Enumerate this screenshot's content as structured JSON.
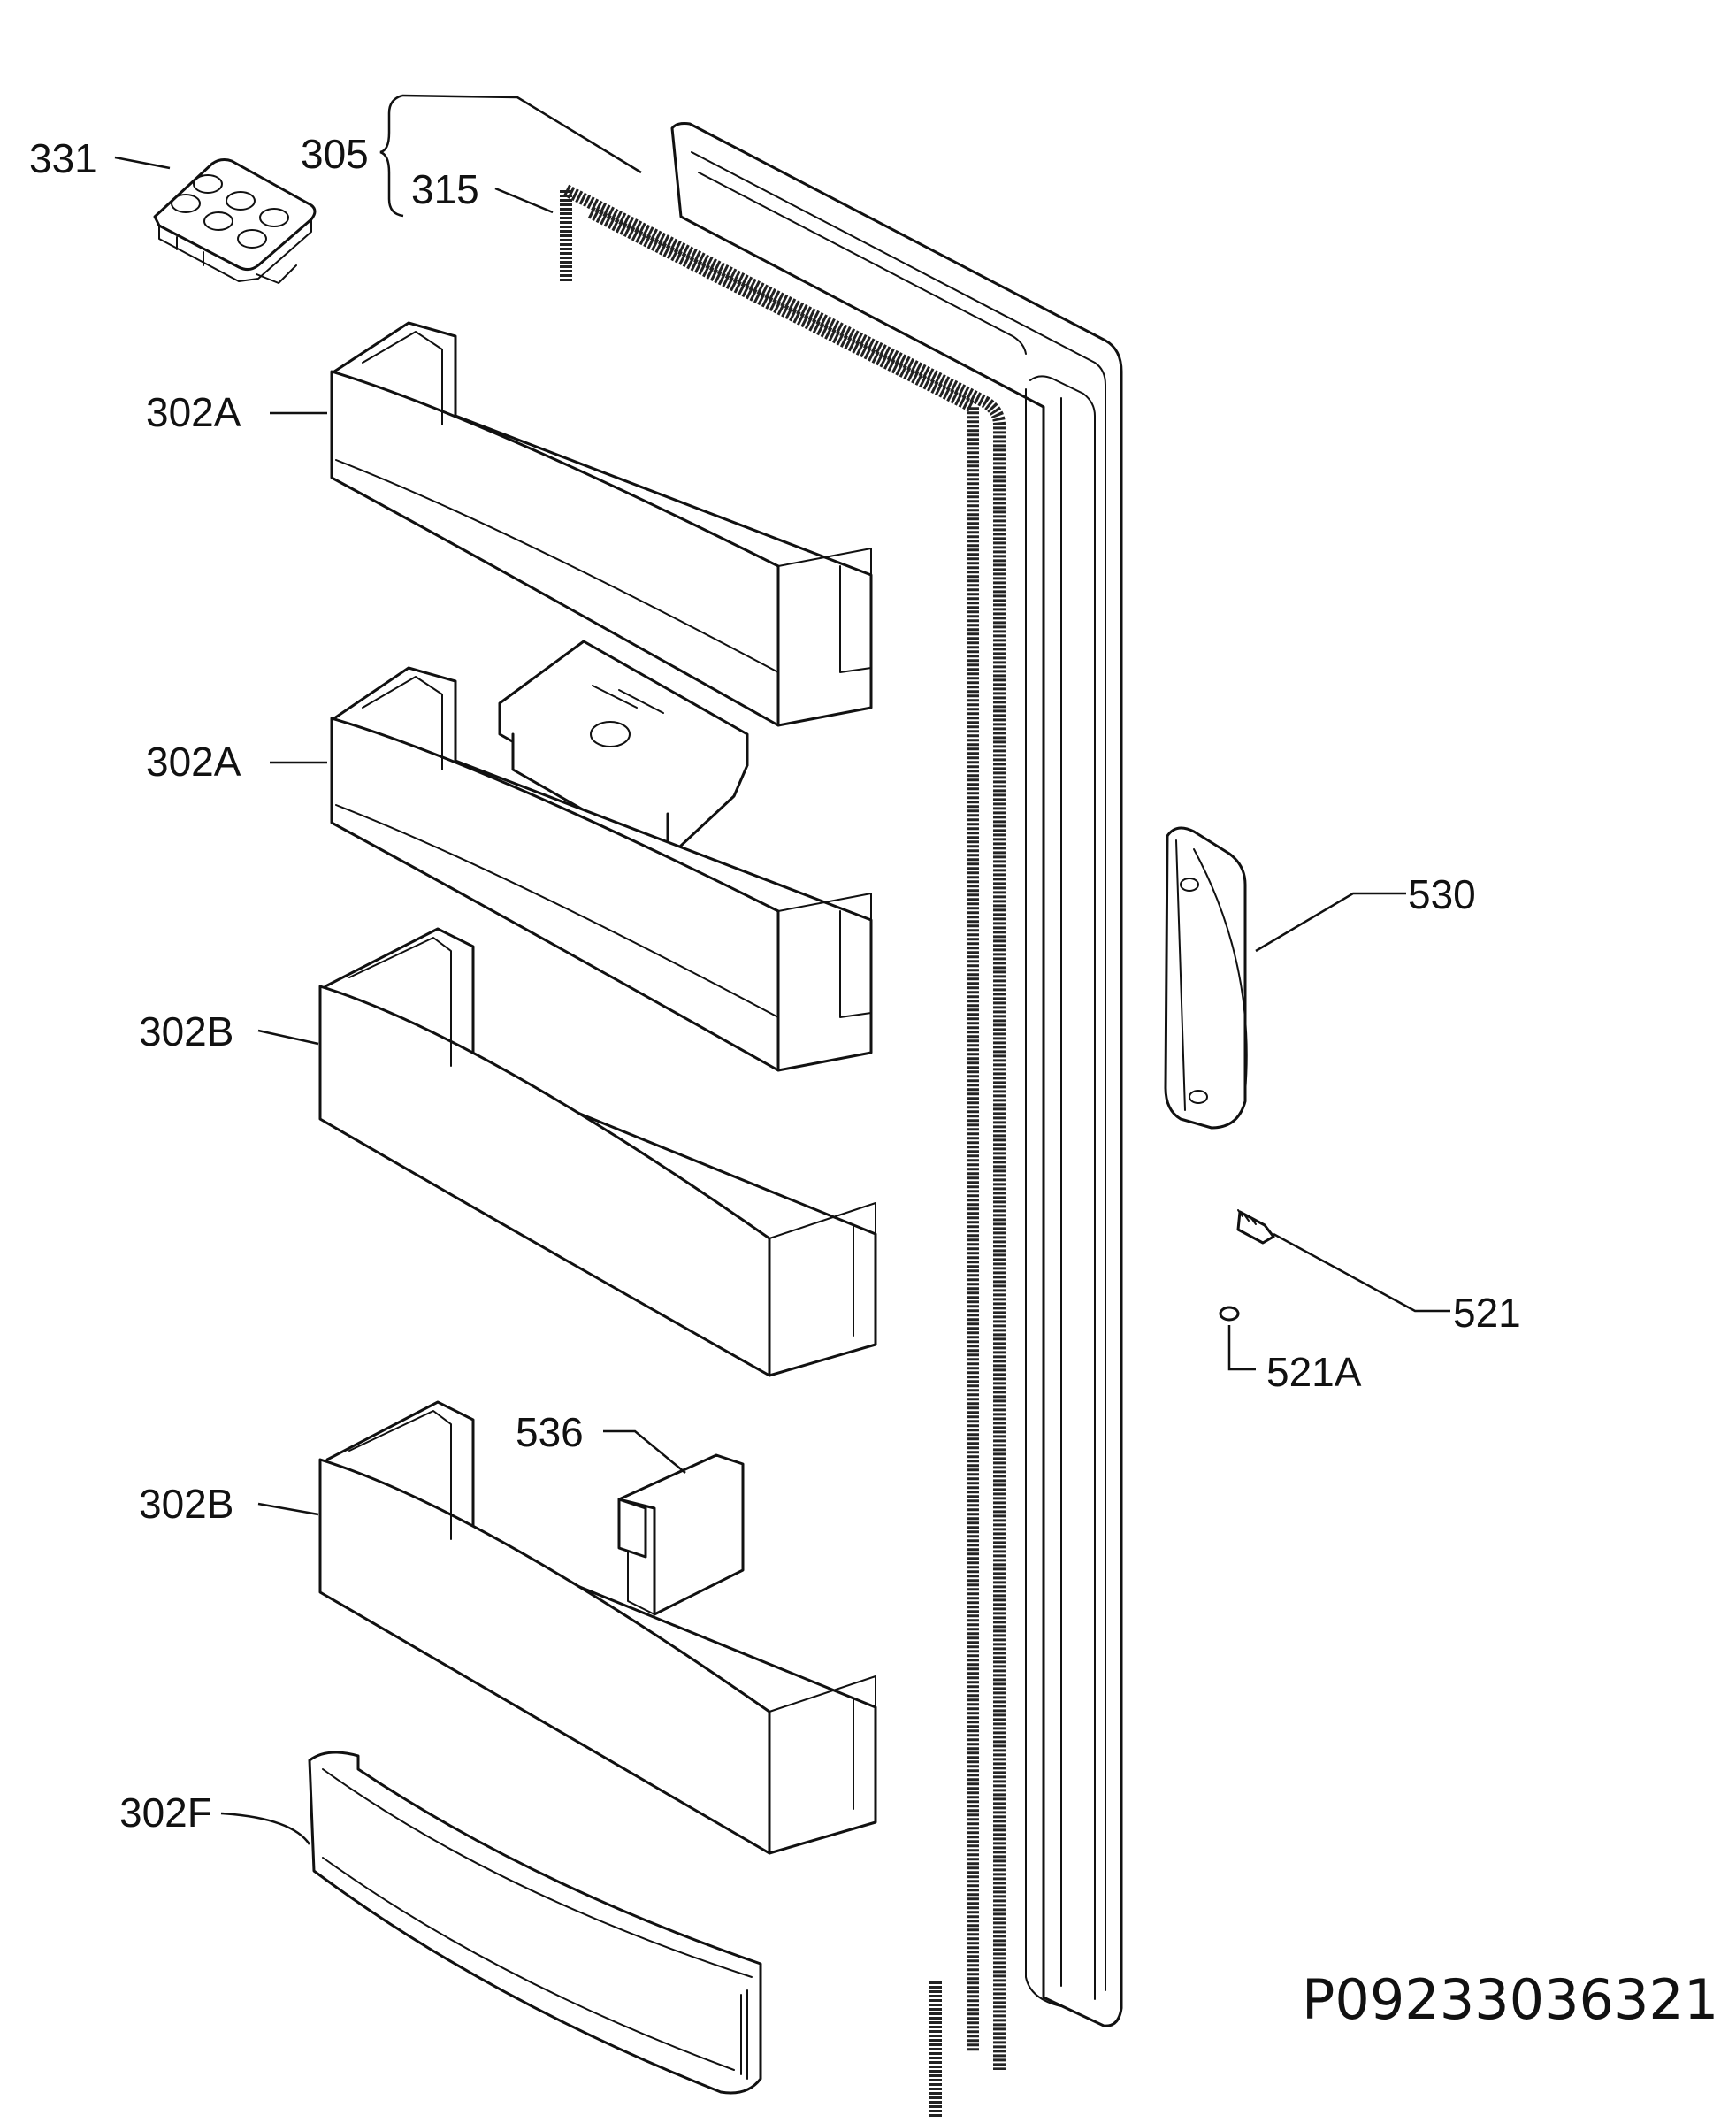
{
  "labels": {
    "l331": "331",
    "l305": "305",
    "l315": "315",
    "l302a_1": "302A",
    "l302a_2": "302A",
    "l302b_1": "302B",
    "l302b_2": "302B",
    "l302f": "302F",
    "l536": "536",
    "l530": "530",
    "l521": "521",
    "l521a": "521A"
  },
  "drawing_code": "P09233036321"
}
